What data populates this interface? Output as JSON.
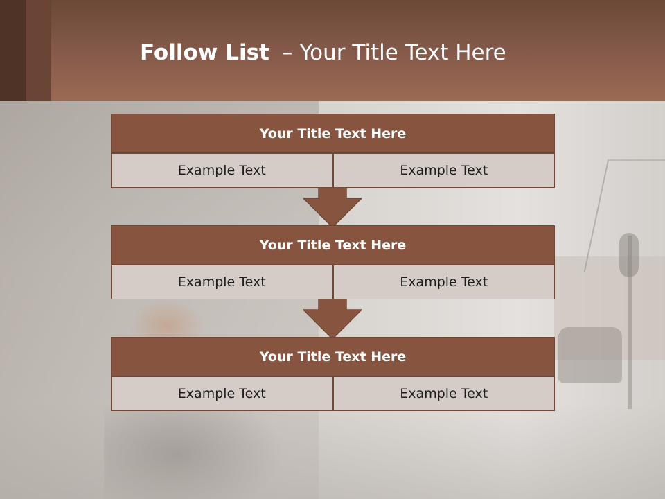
{
  "header": {
    "title_bold": "Follow List",
    "title_dash": "–",
    "title_rest": "Your Title Text Here"
  },
  "lists": [
    {
      "title": "Your Title Text Here",
      "left": "Example Text",
      "right": "Example Text"
    },
    {
      "title": "Your Title Text Here",
      "left": "Example Text",
      "right": "Example Text"
    },
    {
      "title": "Your Title Text Here",
      "left": "Example Text",
      "right": "Example Text"
    }
  ],
  "colors": {
    "header_brown": "#84594a",
    "box_title_bg": "#87543f",
    "box_cell_bg": "#d6ccc7",
    "arrow_fill": "#87543f"
  },
  "icons": [
    "down-arrow-icon",
    "down-arrow-icon"
  ]
}
